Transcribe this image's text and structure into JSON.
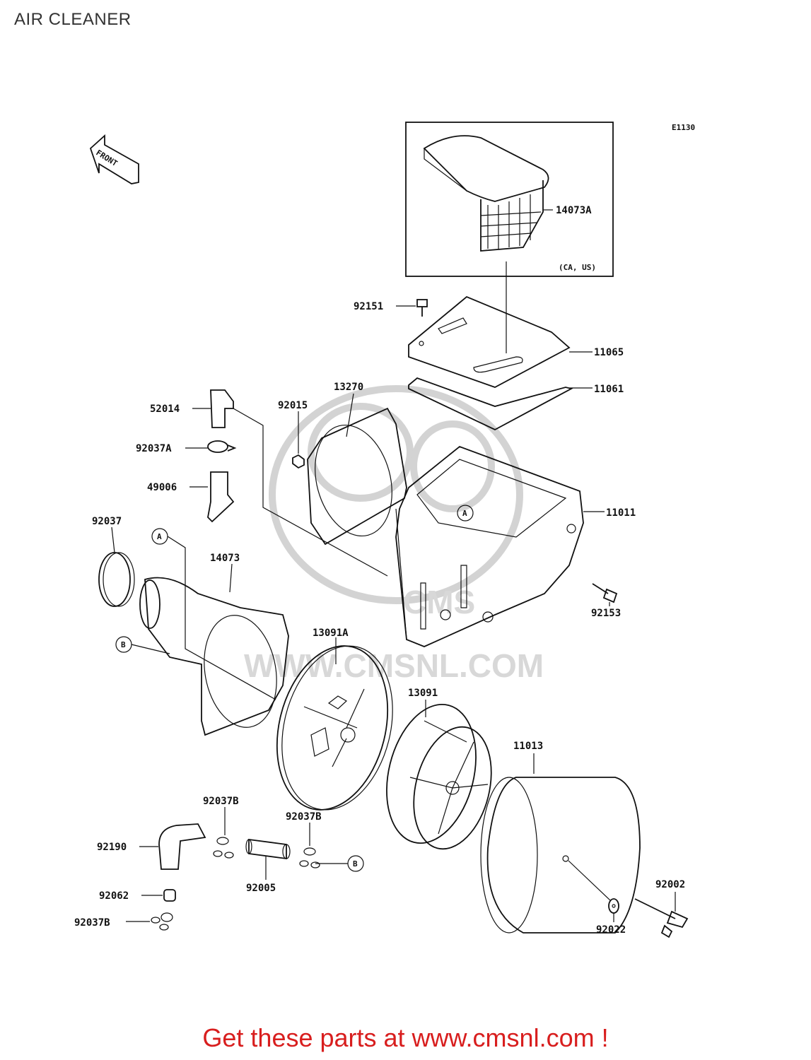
{
  "page_title": "AIR CLEANER",
  "diagram_code": "E1130",
  "front_label": "FRONT",
  "watermark_text": "WWW.CMSNL.COM",
  "watermark_logo_text": "CMS",
  "variant_note": "(CA, US)",
  "callouts": {
    "a": "A",
    "b": "B"
  },
  "labels": {
    "p14073A": "14073A",
    "p92151": "92151",
    "p11065": "11065",
    "p11061": "11061",
    "p13270": "13270",
    "p92015": "92015",
    "p52014": "52014",
    "p92037A": "92037A",
    "p49006": "49006",
    "p11011": "11011",
    "p92037": "92037",
    "p14073": "14073",
    "p92153": "92153",
    "p13091A": "13091A",
    "p13091": "13091",
    "p11013": "11013",
    "p92037B_1": "92037B",
    "p92037B_2": "92037B",
    "p92037B_3": "92037B",
    "p92190": "92190",
    "p92005": "92005",
    "p92062": "92062",
    "p92002": "92002",
    "p92022": "92022"
  },
  "footer_text": "Get these parts at www.cmsnl.com !",
  "colors": {
    "footer": "#d81e1e",
    "line": "#111111",
    "watermark": "#d3d3d3"
  }
}
